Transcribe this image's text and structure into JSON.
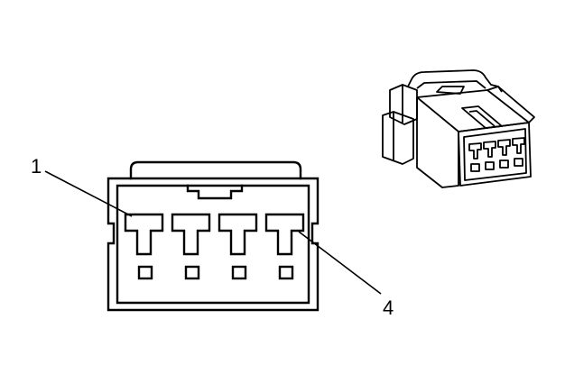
{
  "diagram": {
    "callouts": [
      {
        "id": "pin-1",
        "label": "1"
      },
      {
        "id": "pin-4",
        "label": "4"
      }
    ],
    "cavity_count": 4,
    "colors": {
      "line": "#000000",
      "background": "#ffffff"
    }
  }
}
